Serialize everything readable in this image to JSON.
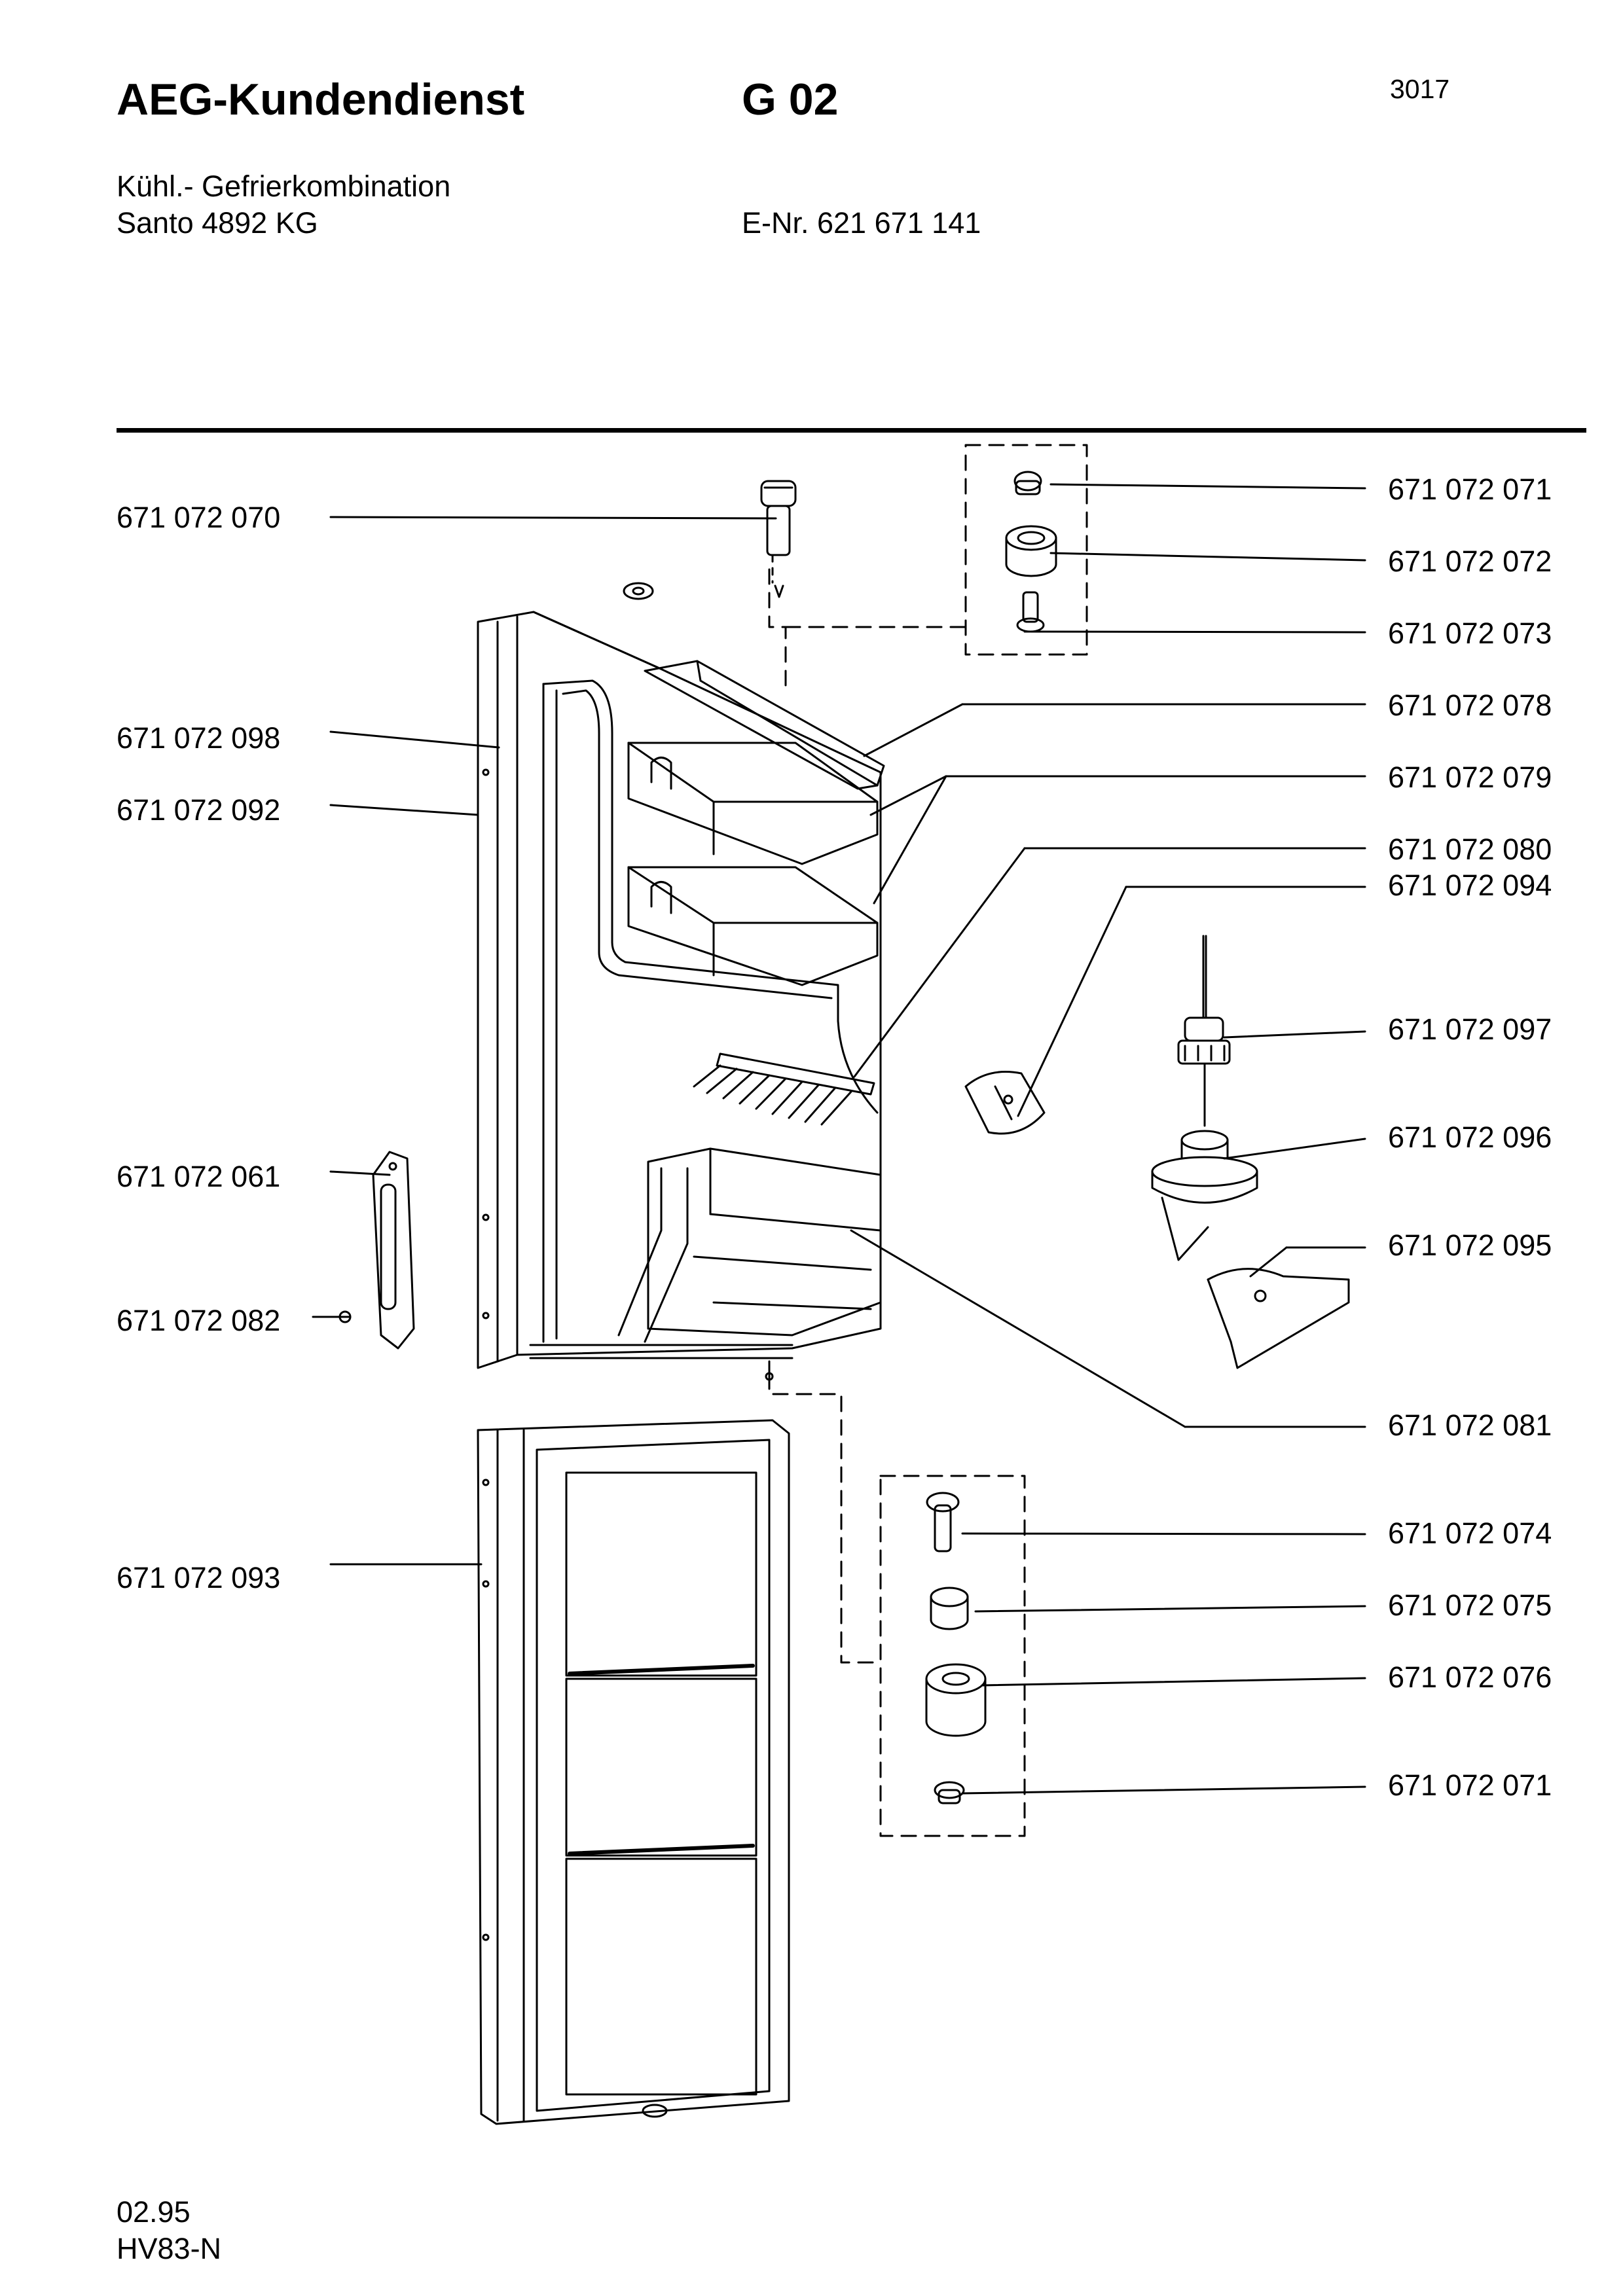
{
  "header": {
    "brand": "AEG-Kundendienst",
    "group": "G 02",
    "page_no": "3017",
    "appliance_type": "Kühl.- Gefrierkombination",
    "model": "Santo 4892 KG",
    "e_nr": "E-Nr. 621 671 141"
  },
  "parts_left": [
    {
      "label": "671 072 070"
    },
    {
      "label": "671 072 098"
    },
    {
      "label": "671 072 092"
    },
    {
      "label": "671 072 061"
    },
    {
      "label": "671 072 082"
    },
    {
      "label": "671 072 093"
    }
  ],
  "parts_right": [
    {
      "label": "671 072 071"
    },
    {
      "label": "671 072 072"
    },
    {
      "label": "671 072 073"
    },
    {
      "label": "671 072 078"
    },
    {
      "label": "671 072 079"
    },
    {
      "label": "671 072 080"
    },
    {
      "label": "671 072 094"
    },
    {
      "label": "671 072 097"
    },
    {
      "label": "671 072 096"
    },
    {
      "label": "671 072 095"
    },
    {
      "label": "671 072 081"
    },
    {
      "label": "671 072 074"
    },
    {
      "label": "671 072 075"
    },
    {
      "label": "671 072 076"
    },
    {
      "label": "671 072 071"
    }
  ],
  "footer": {
    "date": "02.95",
    "code": "HV83-N"
  }
}
